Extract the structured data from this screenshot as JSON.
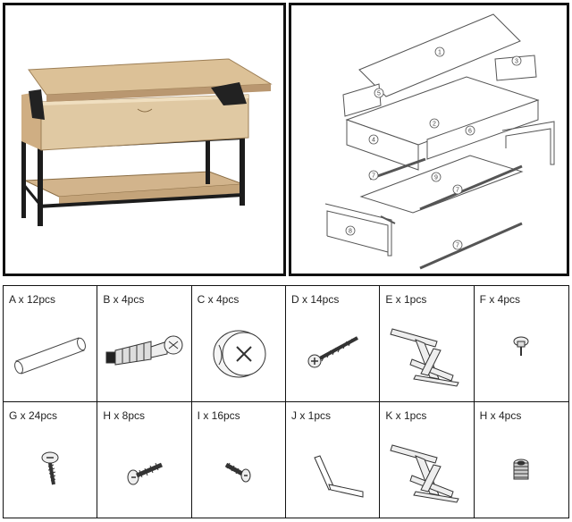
{
  "exploded_view": {
    "part_numbers": [
      "1",
      "2",
      "3",
      "4",
      "5",
      "6",
      "7",
      "7",
      "7",
      "8",
      "9"
    ]
  },
  "parts": [
    {
      "label": "A x 12pcs",
      "icon": "dowel-icon"
    },
    {
      "label": "B x 4pcs",
      "icon": "cam-bolt-icon"
    },
    {
      "label": "C x 4pcs",
      "icon": "cam-lock-icon"
    },
    {
      "label": "D x 14pcs",
      "icon": "wood-screw-icon"
    },
    {
      "label": "E x 1pcs",
      "icon": "lift-hinge-icon"
    },
    {
      "label": "F x 4pcs",
      "icon": "foot-pad-icon"
    },
    {
      "label": "G x 24pcs",
      "icon": "flange-screw-icon"
    },
    {
      "label": "H x 8pcs",
      "icon": "machine-bolt-icon"
    },
    {
      "label": "I x 16pcs",
      "icon": "short-bolt-icon"
    },
    {
      "label": "J x 1pcs",
      "icon": "allen-key-icon"
    },
    {
      "label": "K x 1pcs",
      "icon": "lift-hinge-icon"
    },
    {
      "label": "H x 4pcs",
      "icon": "threaded-insert-icon"
    }
  ]
}
